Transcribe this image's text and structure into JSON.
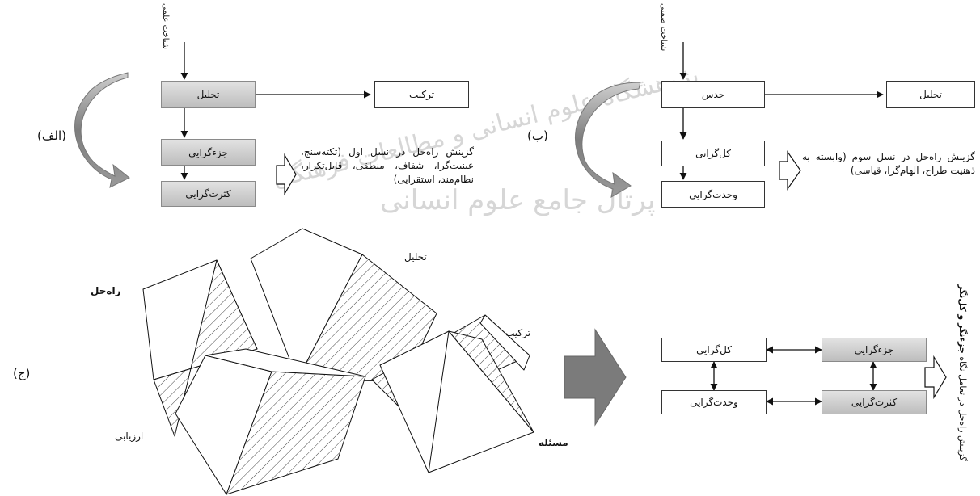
{
  "watermark": {
    "line1": "پژوهشگاه علوم انسانی و مطالعات فرهنگی",
    "line2": "پرتال جامع علوم انسانی"
  },
  "panel_a": {
    "tag": "(الف)",
    "vertical_label": "شناخت علمی",
    "box_analysis": "تحلیل",
    "box_synthesis": "ترکیب",
    "box_reductionism": "جزءگرایی",
    "box_pluralism": "کثرت‌گرایی",
    "description": "گزینش راه‌حل در نسل اول (تکته‌سنج، عینیت‌گرا، شفاف، منطقی، قابل‌تکرار، نظام‌مند، استقرایی)"
  },
  "panel_b": {
    "tag": "(ب)",
    "vertical_label": "شناخت ضمنی",
    "box_intuition": "حدس",
    "box_analysis": "تحلیل",
    "box_holism": "کل‌گرایی",
    "box_unity": "وحدت‌گرایی",
    "description": "گزینش راه‌حل در نسل سوم (وابسته به ذهنیت طراح، الهام‌گرا، قیاسی)"
  },
  "panel_c": {
    "tag": "(ج)",
    "label_solution": "راه‌حل",
    "label_analysis": "تحلیل",
    "label_synthesis": "ترکیب",
    "label_evaluation": "ارزیابی",
    "label_problem": "مسئله",
    "box_holism": "کل‌گرایی",
    "box_reductionism": "جزءگرایی",
    "box_unity": "وحدت‌گرایی",
    "box_pluralism": "کثرت‌گرایی",
    "vertical_prefix": "گزینش راه‌حل در تعامل نگاه",
    "vertical_bold": "جزءنگر و کل‌نگر"
  }
}
